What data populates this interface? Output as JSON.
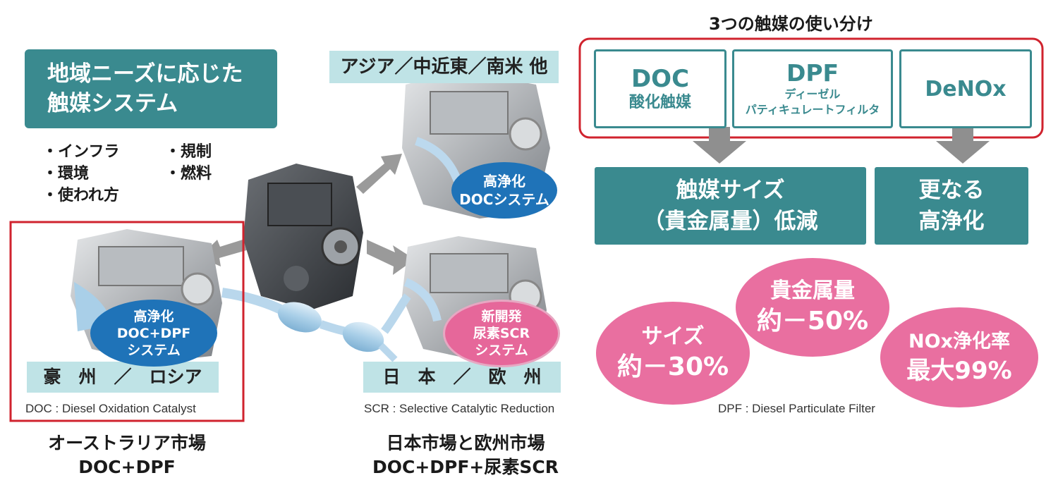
{
  "region_box": {
    "title_line1": "地域ニーズに応じた",
    "title_line2": "触媒システム"
  },
  "factors": {
    "f1": "・インフラ",
    "f2": "・規制",
    "f3": "・環境",
    "f4": "・燃料",
    "f5": "・使われ方"
  },
  "regions": {
    "asia": {
      "label": "アジア／中近東／南米 他",
      "system_line1": "高浄化",
      "system_line2": "DOCシステム"
    },
    "australia": {
      "label": "豪　州　／　ロシア",
      "system_line1": "高浄化",
      "system_line2": "DOC+DPF",
      "system_line3": "システム"
    },
    "japan": {
      "label": "日　本　／　欧　州",
      "system_line1": "新開発",
      "system_line2": "尿素SCR",
      "system_line3": "システム"
    }
  },
  "footnotes": {
    "doc": "DOC : Diesel Oxidation Catalyst",
    "scr": "SCR : Selective Catalytic Reduction",
    "dpf": "DPF : Diesel Particulate Filter"
  },
  "captions": {
    "australia_line1": "オーストラリア市場",
    "australia_line2": "DOC+DPF",
    "japan_line1": "日本市場と欧州市場",
    "japan_line2": "DOC+DPF+尿素SCR"
  },
  "catalyst_usage": {
    "title": "3つの触媒の使い分け",
    "doc_title": "DOC",
    "doc_sub": "酸化触媒",
    "dpf_title": "DPF",
    "dpf_sub1": "ディーゼル",
    "dpf_sub2": "パティキュレートフィルタ",
    "denox_title": "DeNOx",
    "result1_line1": "触媒サイズ",
    "result1_line2": "（貴金属量）低減",
    "result2_line1": "更なる",
    "result2_line2": "高浄化"
  },
  "stats": {
    "size_label": "サイズ",
    "size_value": "約－30%",
    "metal_label": "貴金属量",
    "metal_value": "約－50%",
    "nox_label": "NOx浄化率",
    "nox_value": "最大99%"
  },
  "colors": {
    "teal": "#3a8a8f",
    "light_teal": "#bfe3e6",
    "red_frame": "#d0232e",
    "blue": "#1f73b8",
    "pink": "#e96fa0",
    "arrow_gray": "#8f8f8f"
  }
}
